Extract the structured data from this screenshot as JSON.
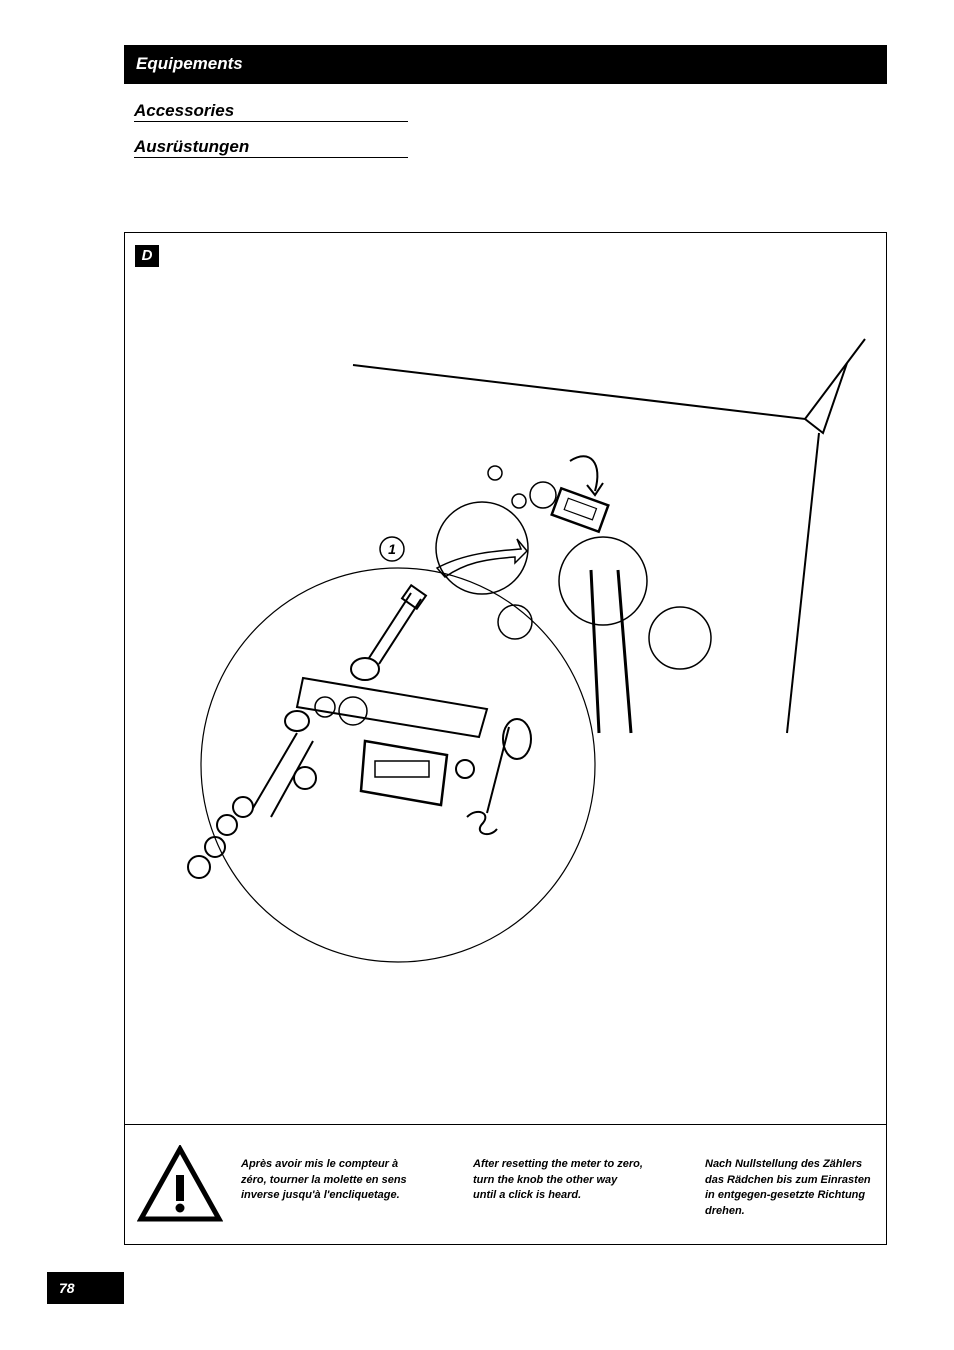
{
  "header": {
    "title": "Equipements"
  },
  "subheadings": [
    "Accessories",
    "Ausrüstungen"
  ],
  "figure": {
    "label": "D",
    "callout": "1"
  },
  "notes": {
    "warning_icon": "warning-triangle-icon",
    "fr": "Après avoir mis le compteur à zéro, tourner la molette en sens inverse jusqu'à l'encliquetage.",
    "en": "After resetting the meter to zero, turn the knob the other way until a click is heard.",
    "de": "Nach Nullstellung des Zählers das Rädchen bis zum Einrasten in entgegen-gesetzte Richtung drehen."
  },
  "page": {
    "number": "78"
  }
}
